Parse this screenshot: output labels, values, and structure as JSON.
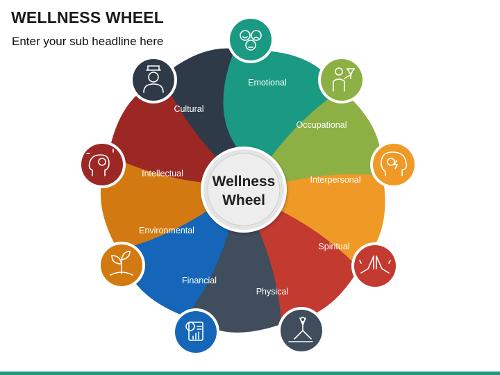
{
  "header": {
    "title": "WELLNESS WHEEL",
    "subtitle": "Enter your sub headline here"
  },
  "center": {
    "line1": "Wellness",
    "line2": "Wheel"
  },
  "segments": [
    {
      "label": "Emotional",
      "color": "#1a9a82",
      "icon": "emotions-faces-icon"
    },
    {
      "label": "Occupational",
      "color": "#8cb044",
      "icon": "waiter-serving-icon"
    },
    {
      "label": "Interpersonal",
      "color": "#ef9a26",
      "icon": "head-gears-icon"
    },
    {
      "label": "Spiritual",
      "color": "#c33a31",
      "icon": "praying-hands-icon"
    },
    {
      "label": "Physical",
      "color": "#3f4d5c",
      "icon": "yoga-pose-icon"
    },
    {
      "label": "Financial",
      "color": "#1566b8",
      "icon": "financial-report-icon"
    },
    {
      "label": "Environmental",
      "color": "#d27a11",
      "icon": "plant-sprout-icon"
    },
    {
      "label": "Intellectual",
      "color": "#9b2824",
      "icon": "idea-head-icon"
    },
    {
      "label": "Cultural",
      "color": "#2f3a48",
      "icon": "person-headdress-icon"
    }
  ]
}
